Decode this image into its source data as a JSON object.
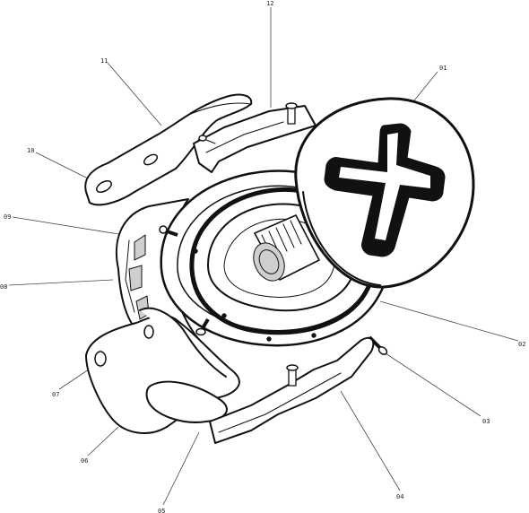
{
  "diagram": {
    "callouts": [
      {
        "id": "01",
        "label": "01"
      },
      {
        "id": "02",
        "label": "02"
      },
      {
        "id": "03",
        "label": "03"
      },
      {
        "id": "04",
        "label": "04"
      },
      {
        "id": "05",
        "label": "05"
      },
      {
        "id": "06",
        "label": "06"
      },
      {
        "id": "07",
        "label": "07"
      },
      {
        "id": "08",
        "label": "08"
      },
      {
        "id": "09",
        "label": "09"
      },
      {
        "id": "10",
        "label": "10"
      },
      {
        "id": "11",
        "label": "11"
      },
      {
        "id": "12",
        "label": "12"
      }
    ],
    "colors": {
      "ink": "#111111",
      "paper": "#ffffff",
      "shade": "#cfcfcf"
    }
  }
}
